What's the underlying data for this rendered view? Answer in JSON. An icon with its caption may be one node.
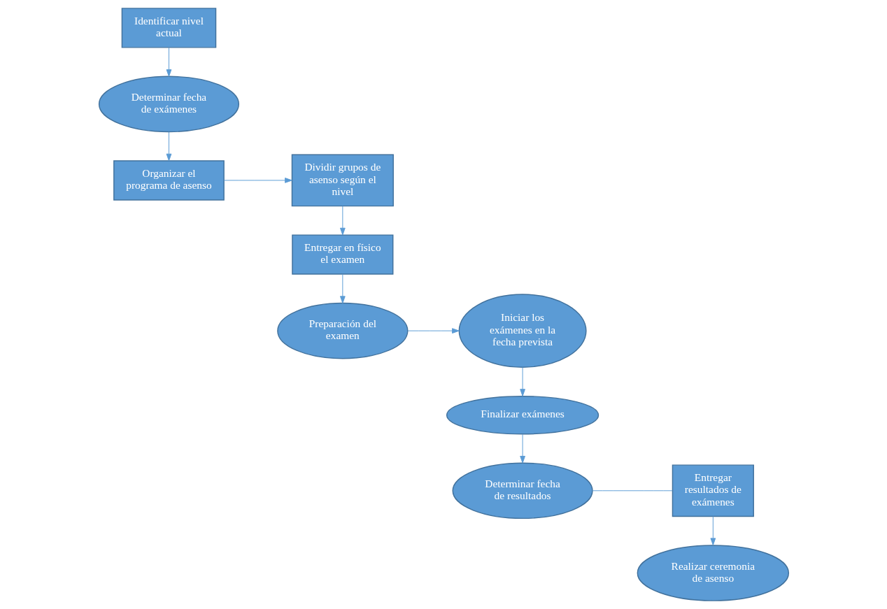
{
  "diagram": {
    "nodes": [
      {
        "text": [
          "Identificar nivel actual"
        ]
      },
      {
        "text": [
          "Determinar fecha de exámenes"
        ]
      },
      {
        "text": [
          "Organizar el programa de asenso"
        ]
      },
      {
        "text": [
          "Dividir grupos de asenso según el nivel"
        ]
      },
      {
        "text": [
          "Entregar en físico el examen"
        ]
      },
      {
        "text": [
          "Preparación del examen"
        ]
      },
      {
        "text": [
          "Iniciar los exámenes en la fecha prevista"
        ]
      },
      {
        "text": [
          "Finalizar exámenes"
        ]
      },
      {
        "text": [
          "Determinar fecha de resultados"
        ]
      },
      {
        "text": [
          "Entregar resultados de exámenes"
        ]
      },
      {
        "text": [
          "Realizar ceremonia de asenso"
        ]
      }
    ],
    "edges": [
      {
        "from": 0,
        "to": 1,
        "arrow": "to"
      },
      {
        "from": 1,
        "to": 2,
        "arrow": "to"
      },
      {
        "from": 2,
        "to": 3,
        "arrow": "to"
      },
      {
        "from": 3,
        "to": 4,
        "arrow": "to"
      },
      {
        "from": 4,
        "to": 5,
        "arrow": "to"
      },
      {
        "from": 5,
        "to": 6,
        "arrow": "to"
      },
      {
        "from": 6,
        "to": 7,
        "arrow": "to"
      },
      {
        "from": 7,
        "to": 8,
        "arrow": "to"
      },
      {
        "from": 8,
        "to": 9,
        "arrow": "none"
      },
      {
        "from": 9,
        "to": 10,
        "arrow": "to"
      }
    ]
  }
}
